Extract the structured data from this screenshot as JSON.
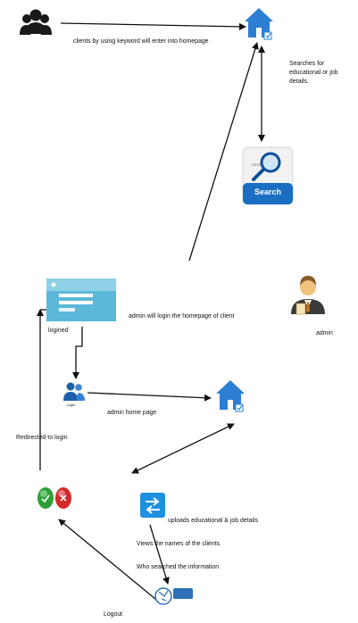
{
  "diagram": {
    "edge_labels": {
      "enter_homepage": "clients by using keyword will enter into homepage",
      "searches": "Searches for educational   or job details.",
      "admin_login": "admin will login the homepage of client",
      "logined": "logined",
      "admin_label": "admin",
      "admin_home": "admin home page",
      "redirected": "Redirected to login",
      "uploads": "uploads educational & job details",
      "views": "Views  the names of the clients",
      "who_searched": "Who searched the information",
      "logout": "Logout"
    },
    "icon_texts": {
      "search_button": "Search",
      "login_small": "Login"
    },
    "colors": {
      "arrow": "#111111",
      "home_blue": "#2d7fd3",
      "search_blue": "#1b6fc2",
      "login_panel": "#5cb8d8",
      "upload_blue": "#1e90e0",
      "green_button": "#2e9e3a",
      "red_button": "#d12a2a"
    }
  }
}
